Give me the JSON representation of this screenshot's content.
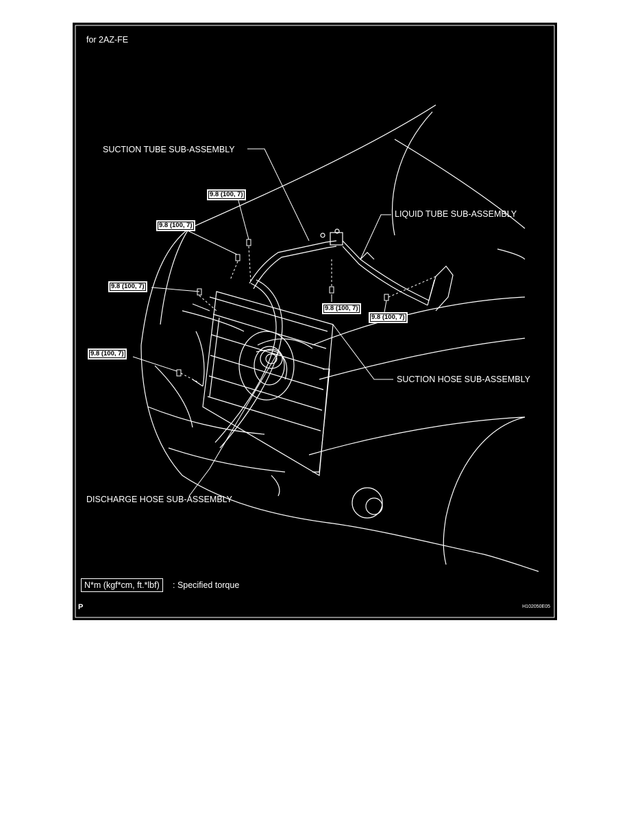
{
  "figure": {
    "engine_variant": "for 2AZ-FE",
    "labels": {
      "suction_tube": "SUCTION TUBE SUB-ASSEMBLY",
      "liquid_tube": "LIQUID TUBE SUB-ASSEMBLY",
      "suction_hose": "SUCTION HOSE SUB-ASSEMBLY",
      "discharge_hose": "DISCHARGE HOSE SUB-ASSEMBLY"
    },
    "torque_values": [
      "9.8 (100, 7)",
      "9.8 (100, 7)",
      "9.8 (100, 7)",
      "9.8 (100, 7)",
      "9.8 (100, 7)",
      "9.8 (100, 7)"
    ],
    "legend": {
      "unit": "N*m (kgf*cm, ft.*lbf)",
      "meaning": ": Specified torque"
    },
    "corner_letter": "P",
    "figure_code": "H102050E05"
  },
  "colors": {
    "background": "#000000",
    "lines": "#ffffff"
  }
}
